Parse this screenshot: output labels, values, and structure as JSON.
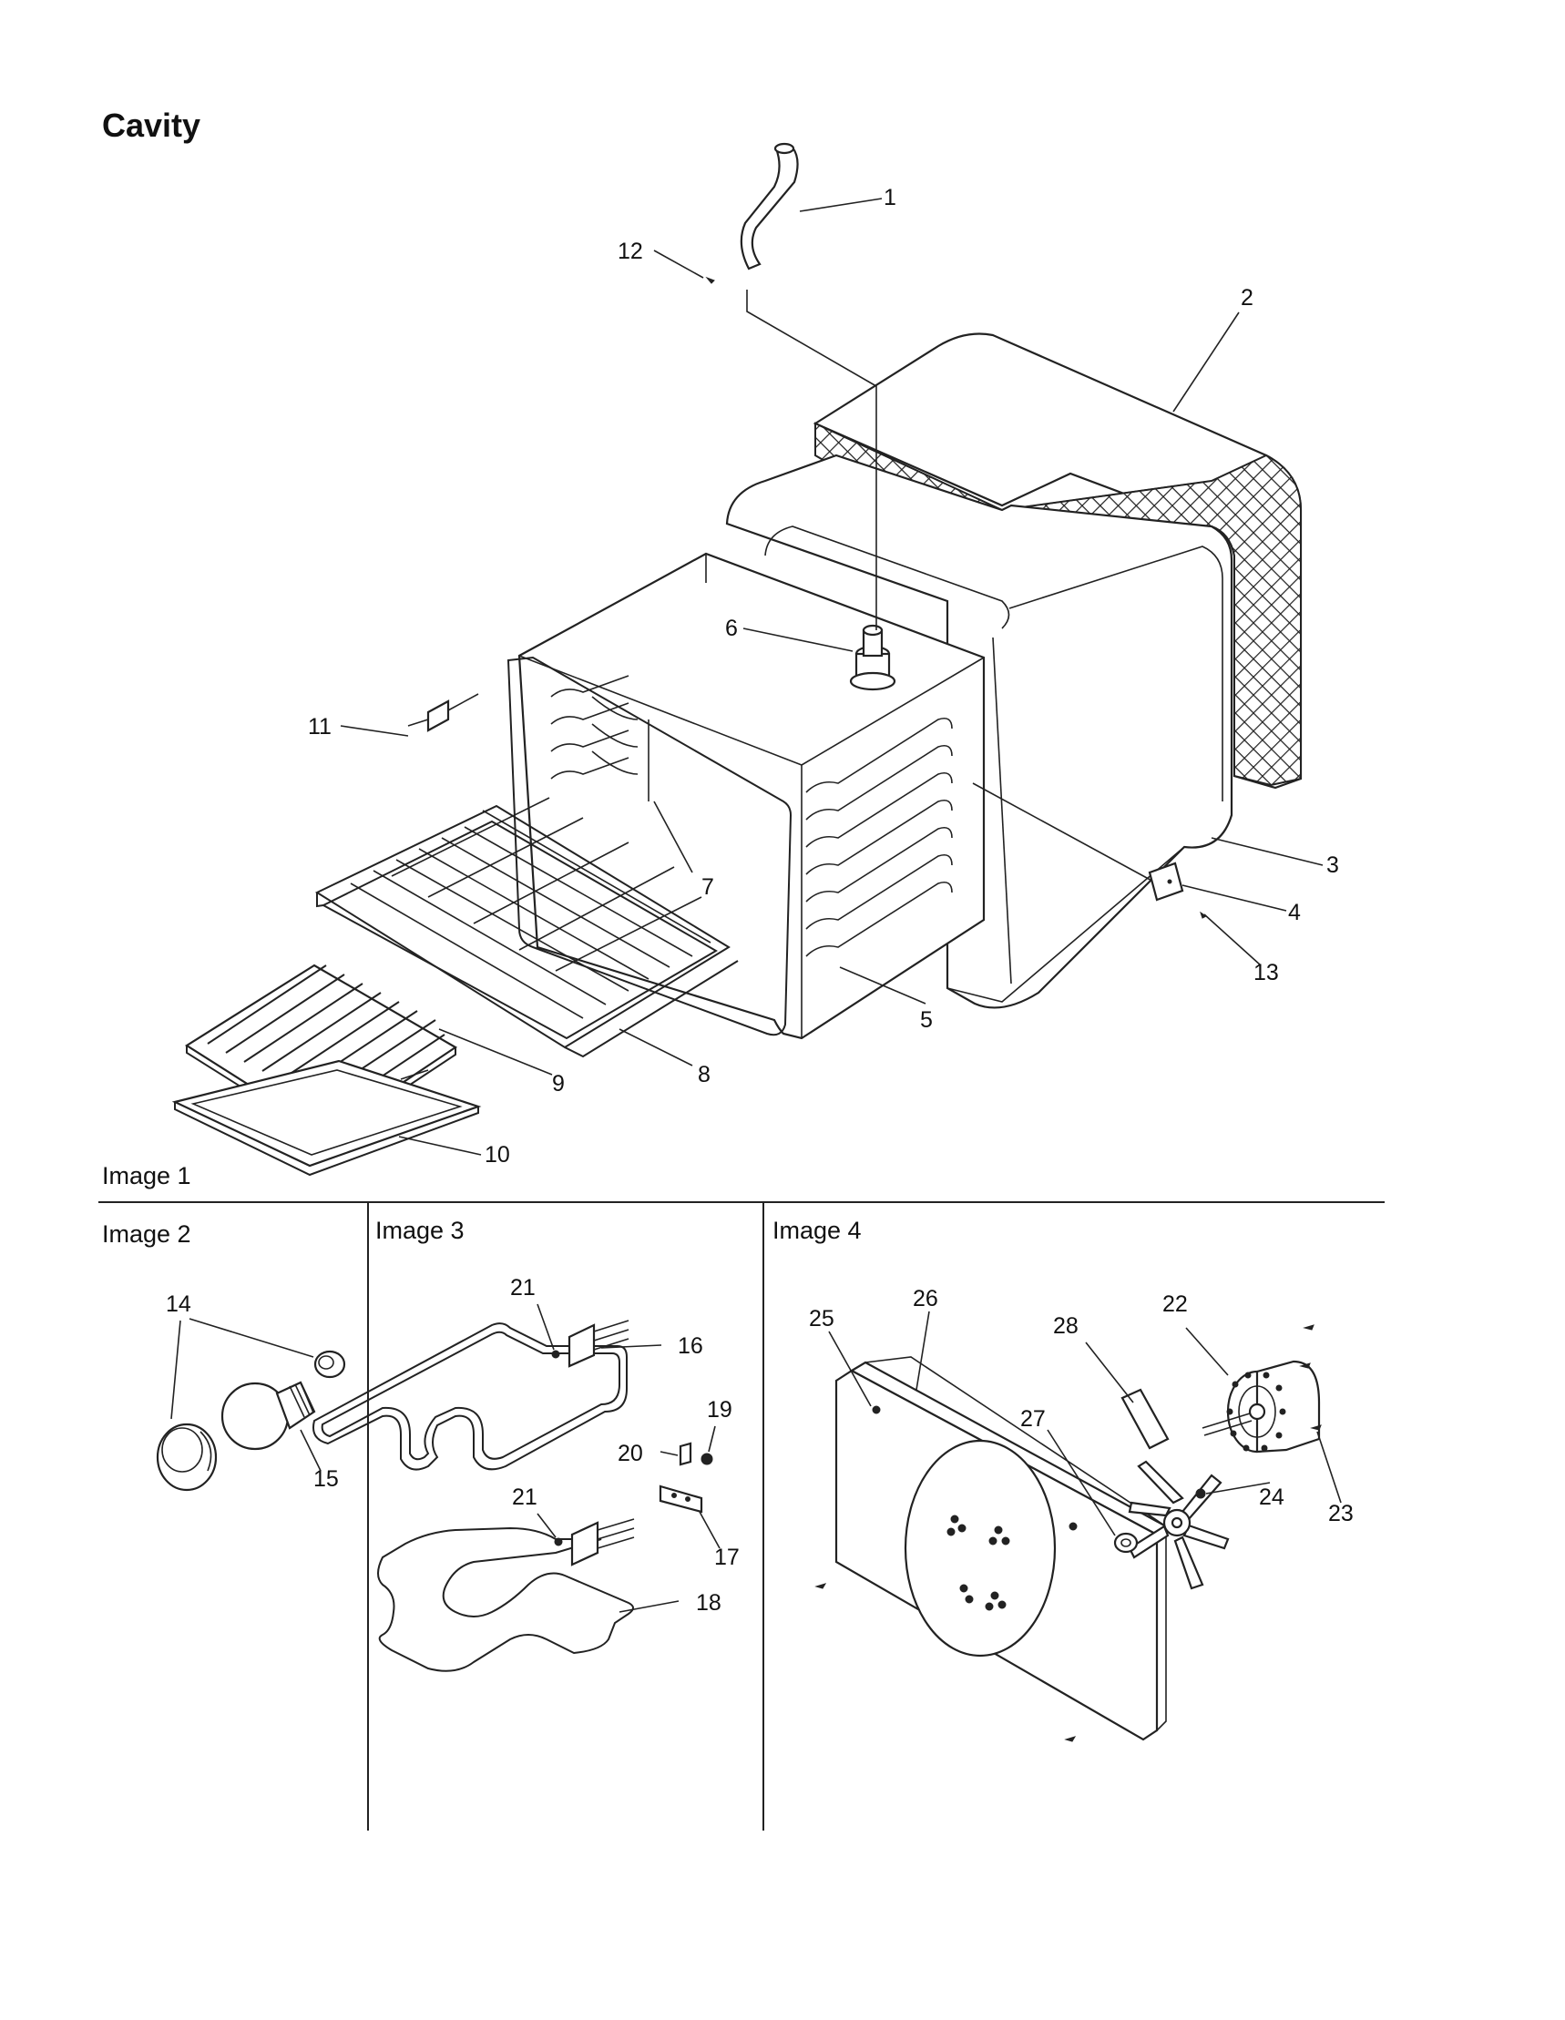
{
  "title": "Cavity",
  "panels": {
    "image1": "Image 1",
    "image2": "Image 2",
    "image3": "Image 3",
    "image4": "Image 4"
  },
  "callouts": {
    "c1": "1",
    "c2": "2",
    "c3": "3",
    "c4": "4",
    "c5": "5",
    "c6": "6",
    "c7": "7",
    "c8": "8",
    "c9": "9",
    "c10": "10",
    "c11": "11",
    "c12": "12",
    "c13": "13",
    "c14": "14",
    "c15": "15",
    "c16": "16",
    "c17": "17",
    "c18": "18",
    "c19": "19",
    "c20": "20",
    "c21a": "21",
    "c21b": "21",
    "c22": "22",
    "c23": "23",
    "c24": "24",
    "c25": "25",
    "c26": "26",
    "c27": "27",
    "c28": "28"
  }
}
